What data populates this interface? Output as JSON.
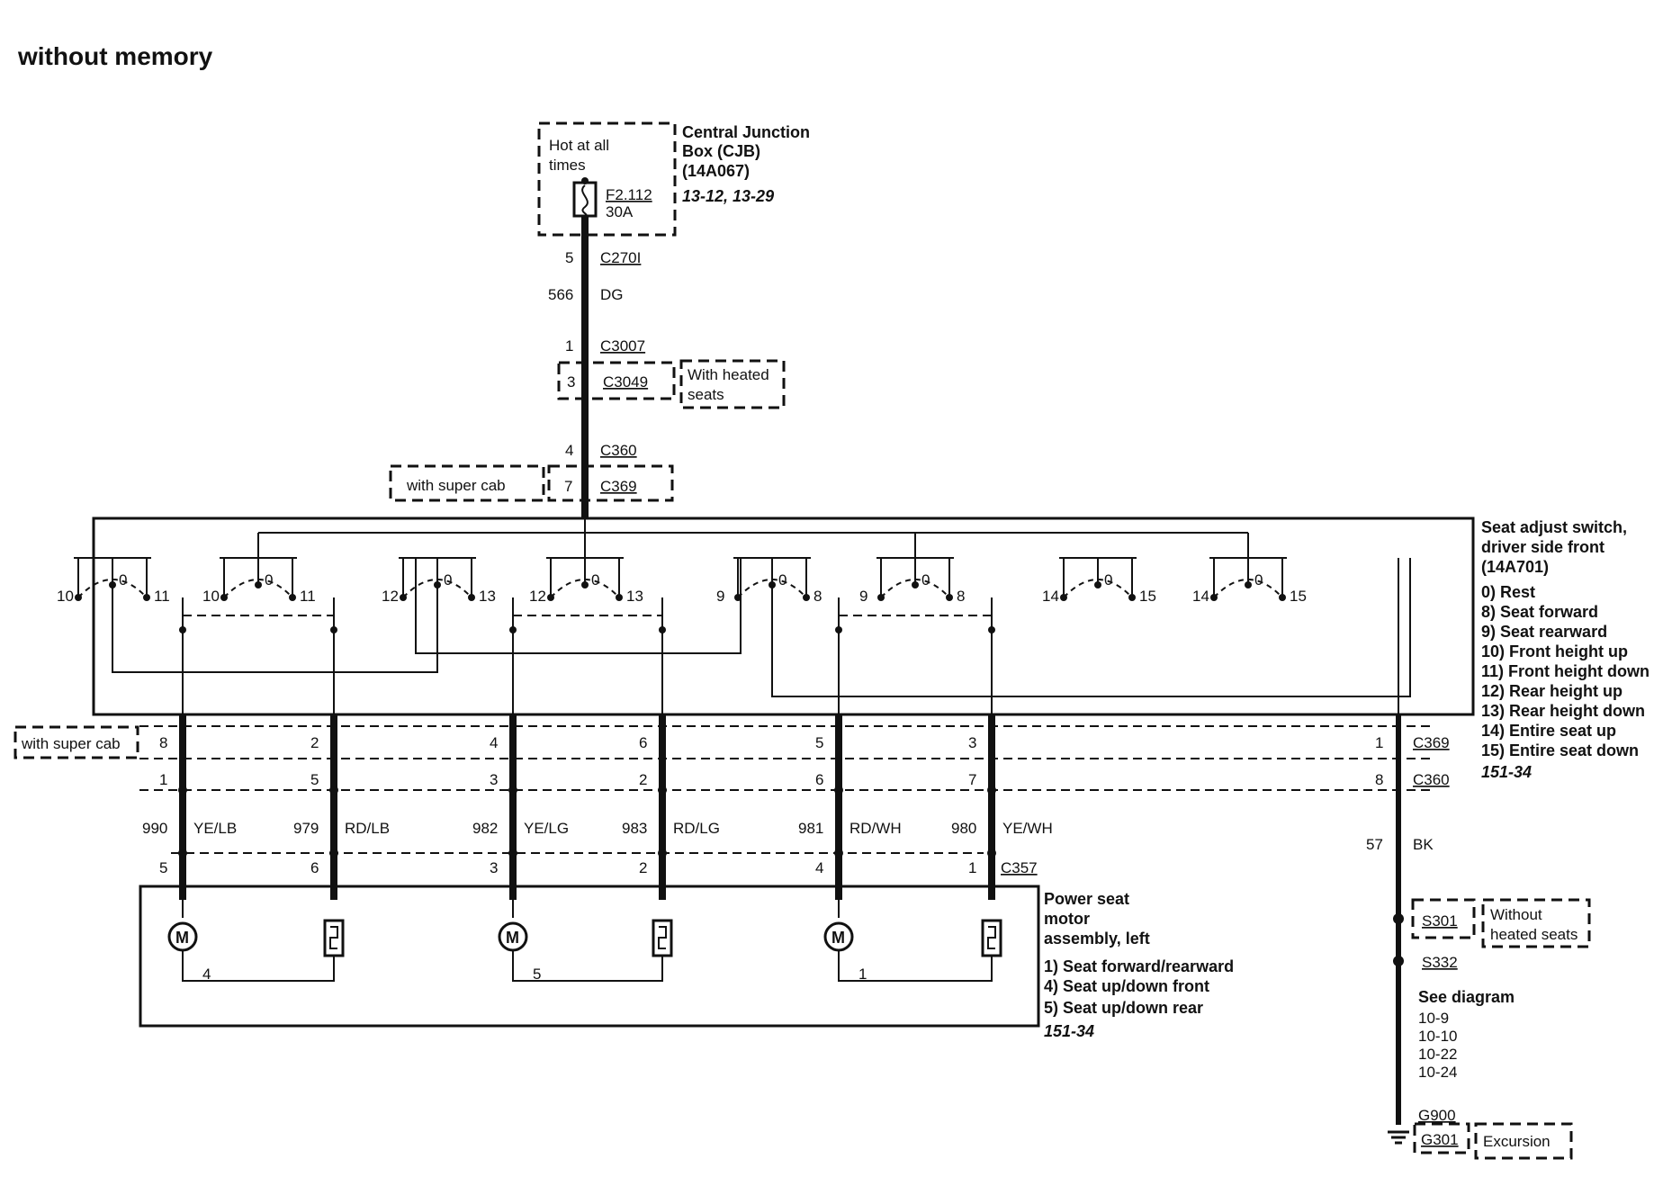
{
  "title": "without memory",
  "cjb": {
    "name_1": "Central Junction",
    "name_2": "Box (CJB)",
    "part": "(14A067)",
    "ref": "13-12, 13-29",
    "hot_1": "Hot at all",
    "hot_2": "times",
    "fuse": "F2.112",
    "fuse_rating": "30A"
  },
  "feed": {
    "c2701_pin": "5",
    "c2701": "C270I",
    "circuit": "566",
    "color": "DG",
    "c3007_pin": "1",
    "c3007": "C3007",
    "c3049_pin": "3",
    "c3049": "C3049",
    "heated_1": "With heated",
    "heated_2": "seats",
    "c360_pin": "4",
    "c360": "C360",
    "c369_pin": "7",
    "c369": "C369",
    "supercab": "with super cab"
  },
  "switch": {
    "title_1": "Seat adjust switch,",
    "title_2": "driver side front",
    "part": "(14A701)",
    "legend": [
      "0) Rest",
      "8) Seat forward",
      "9) Seat rearward",
      "10) Front height up",
      "11) Front height down",
      "12) Rear height up",
      "13) Rear height down",
      "14) Entire seat up",
      "15) Entire seat down"
    ],
    "ref": "151-34",
    "contacts": [
      {
        "l": "10",
        "m": "0",
        "r": "11"
      },
      {
        "l": "10",
        "m": "0",
        "r": "11"
      },
      {
        "l": "12",
        "m": "0",
        "r": "13"
      },
      {
        "l": "12",
        "m": "0",
        "r": "13"
      },
      {
        "l": "9",
        "m": "0",
        "r": "8"
      },
      {
        "l": "9",
        "m": "0",
        "r": "8"
      },
      {
        "l": "14",
        "m": "0",
        "r": "15"
      },
      {
        "l": "14",
        "m": "0",
        "r": "15"
      }
    ]
  },
  "harness": {
    "supercab": "with super cab",
    "c369": "C369",
    "c360": "C360",
    "c357": "C357",
    "wires": [
      {
        "c369": "8",
        "c360": "1",
        "circuit": "990",
        "color": "YE/LB",
        "c357": "5"
      },
      {
        "c369": "2",
        "c360": "5",
        "circuit": "979",
        "color": "RD/LB",
        "c357": "6"
      },
      {
        "c369": "4",
        "c360": "3",
        "circuit": "982",
        "color": "YE/LG",
        "c357": "3"
      },
      {
        "c369": "6",
        "c360": "2",
        "circuit": "983",
        "color": "RD/LG",
        "c357": "2"
      },
      {
        "c369": "5",
        "c360": "6",
        "circuit": "981",
        "color": "RD/WH",
        "c357": "4"
      },
      {
        "c369": "3",
        "c360": "7",
        "circuit": "980",
        "color": "YE/WH",
        "c357": "1"
      }
    ],
    "ground": {
      "c369": "1",
      "c360": "8",
      "circuit": "57",
      "color": "BK"
    }
  },
  "motor": {
    "title_1": "Power seat",
    "title_2": "motor",
    "title_3": "assembly, left",
    "legend": [
      "1) Seat forward/rearward",
      "4) Seat up/down front",
      "5) Seat up/down rear"
    ],
    "ref": "151-34",
    "motor_label": "M",
    "motor_numbers": [
      "4",
      "5",
      "1"
    ]
  },
  "ground": {
    "s301": "S301",
    "no_heated_1": "Without",
    "no_heated_2": "heated seats",
    "s332": "S332",
    "see": "See diagram",
    "refs": [
      "10-9",
      "10-10",
      "10-22",
      "10-24"
    ],
    "g900": "G900",
    "g301": "G301",
    "excursion": "Excursion"
  }
}
